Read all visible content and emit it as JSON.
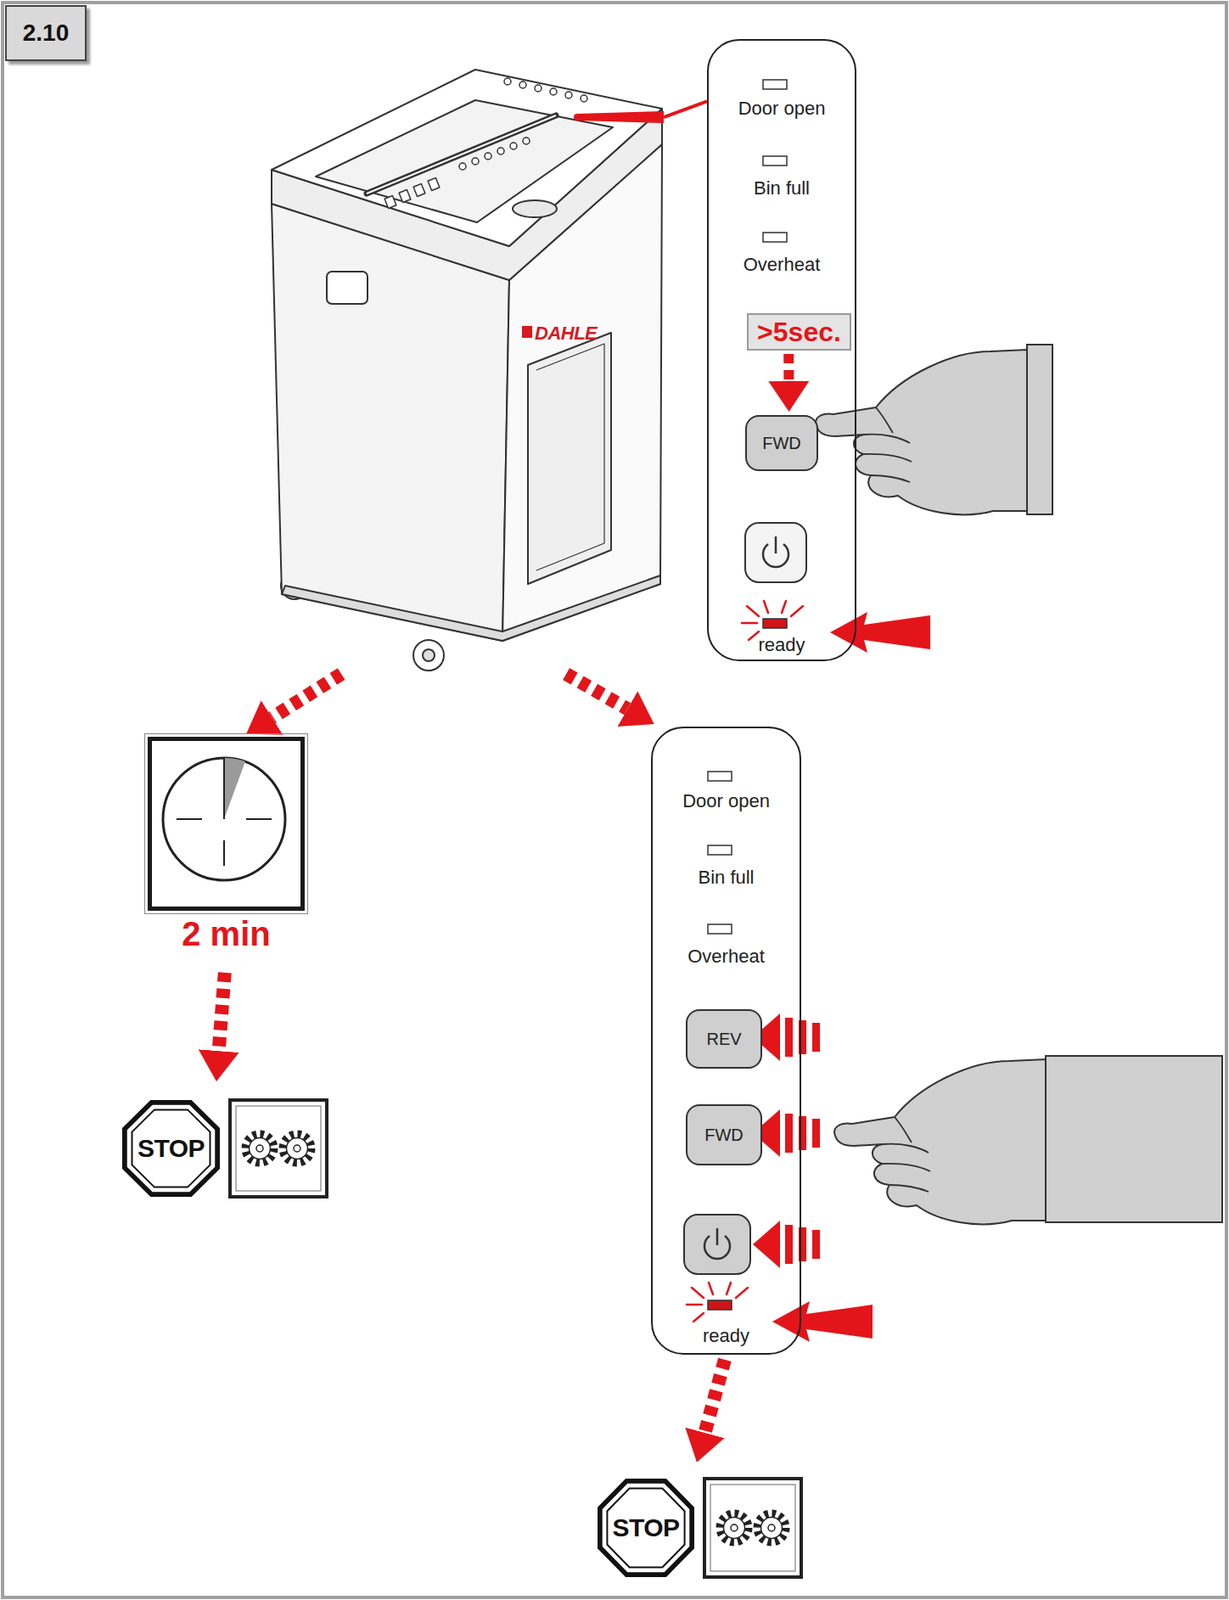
{
  "diagram": {
    "nodes": [
      {
        "text": [
          "2.10"
        ]
      },
      {
        "text": [
          "DAHLE"
        ]
      },
      {
        "text": [
          "Door open",
          "Bin full",
          "Overheat",
          "ready"
        ]
      },
      {
        "text": [
          ">5sec."
        ],
        "in": 2
      },
      {
        "text": [
          "FWD"
        ],
        "in": 2
      },
      {
        "text": [
          "2 min"
        ]
      },
      {
        "text": [
          "STOP"
        ]
      },
      {
        "text": [
          "Door open",
          "Bin full",
          "Overheat",
          "ready"
        ]
      },
      {
        "text": [
          "REV"
        ],
        "in": 7
      },
      {
        "text": [
          "FWD"
        ],
        "in": 7
      },
      {
        "text": [
          "STOP"
        ]
      }
    ],
    "edges": [
      {
        "from": 1,
        "to": 2,
        "arrow": "none"
      },
      {
        "from": 3,
        "to": 4,
        "arrow": "to"
      },
      {
        "from": 1,
        "to": 5,
        "arrow": "to"
      },
      {
        "from": 1,
        "to": 7,
        "arrow": "to"
      },
      {
        "from": 5,
        "to": 6,
        "arrow": "to"
      },
      {
        "from": 7,
        "to": 10,
        "arrow": "to"
      }
    ]
  }
}
